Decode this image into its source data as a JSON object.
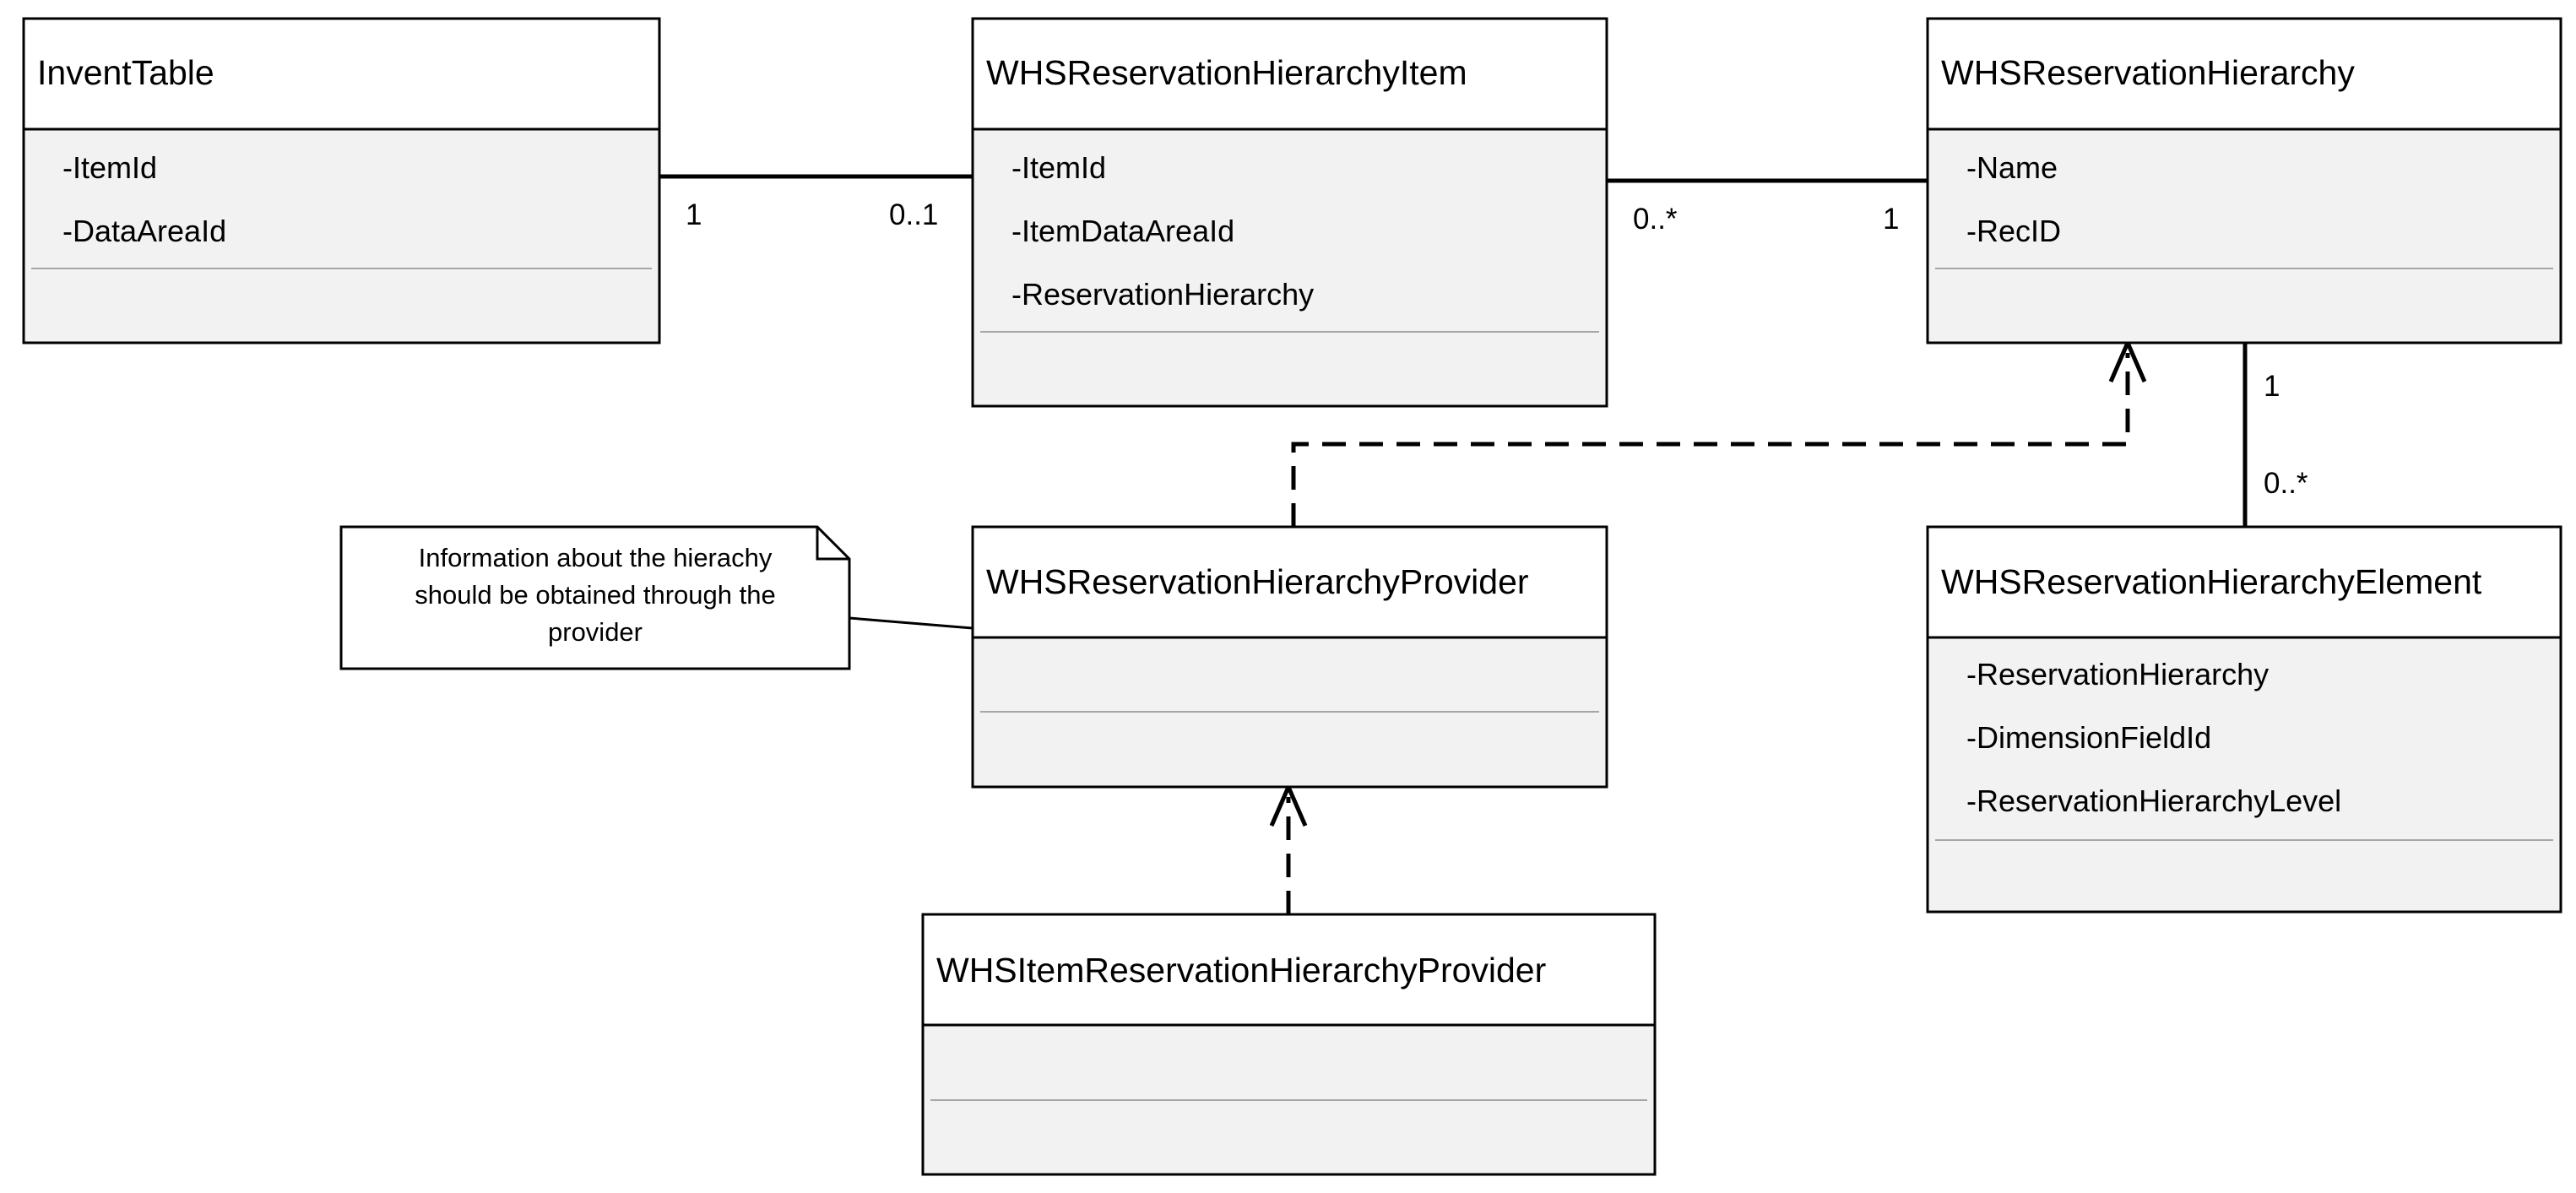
{
  "classes": {
    "invent_table": {
      "name": "InventTable",
      "attributes": [
        "-ItemId",
        "-DataAreaId"
      ]
    },
    "reservation_hierarchy_item": {
      "name": "WHSReservationHierarchyItem",
      "attributes": [
        "-ItemId",
        "-ItemDataAreaId",
        "-ReservationHierarchy"
      ]
    },
    "reservation_hierarchy": {
      "name": "WHSReservationHierarchy",
      "attributes": [
        "-Name",
        "-RecID"
      ]
    },
    "reservation_hierarchy_provider": {
      "name": "WHSReservationHierarchyProvider",
      "attributes": []
    },
    "reservation_hierarchy_element": {
      "name": "WHSReservationHierarchyElement",
      "attributes": [
        "-ReservationHierarchy",
        "-DimensionFieldId",
        "-ReservationHierarchyLevel"
      ]
    },
    "item_reservation_hierarchy_provider": {
      "name": "WHSItemReservationHierarchyProvider",
      "attributes": []
    }
  },
  "associations": {
    "invent_to_item": {
      "source_mult": "1",
      "target_mult": "0..1"
    },
    "item_to_hierarchy": {
      "source_mult": "0..*",
      "target_mult": "1"
    },
    "hierarchy_to_element": {
      "source_mult": "1",
      "target_mult": "0..*"
    }
  },
  "note": {
    "lines": [
      "Information about the hierachy",
      "should be obtained through the",
      "provider"
    ]
  },
  "colors": {
    "line": "#000000",
    "attr_fill": "#f2f2f2",
    "title_fill": "#ffffff",
    "divider": "#a6a6a6"
  }
}
